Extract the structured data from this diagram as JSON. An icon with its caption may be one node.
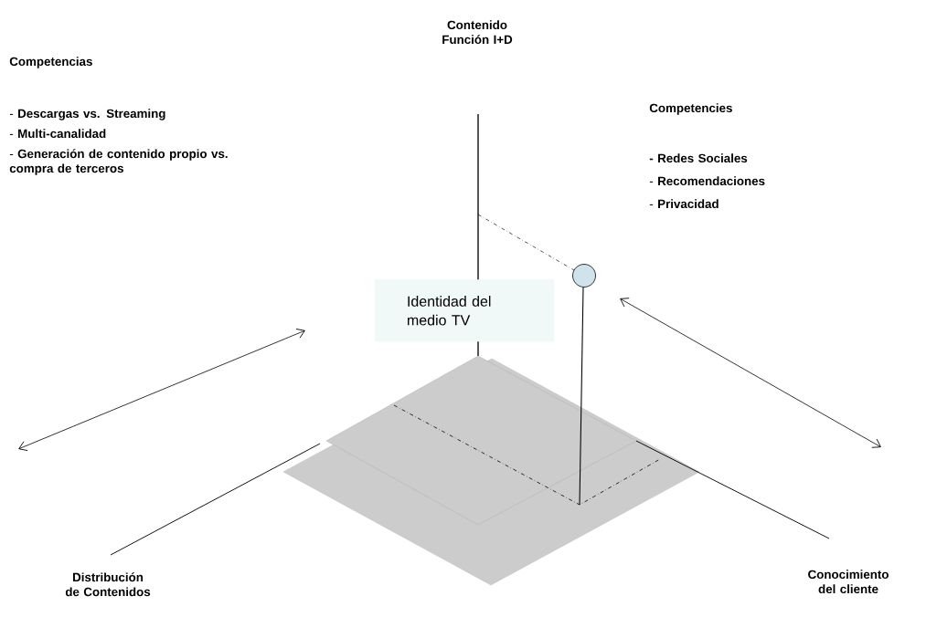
{
  "diagram": {
    "nodes": [
      {
        "text": [
          "Identidad del medio TV"
        ]
      }
    ],
    "labels": [
      "Contenido Función I+D",
      "Competencias",
      "- **Descargas vs. Streaming**",
      "- **Multi-canalidad**",
      "- **Generación de contenido propio vs. compra de terceros**",
      "Competencies",
      "- Redes Sociales",
      "- **Recomendaciones**",
      "- **Privacidad**",
      "Distribución de Contenidos",
      "Conocimiento del cliente"
    ]
  }
}
